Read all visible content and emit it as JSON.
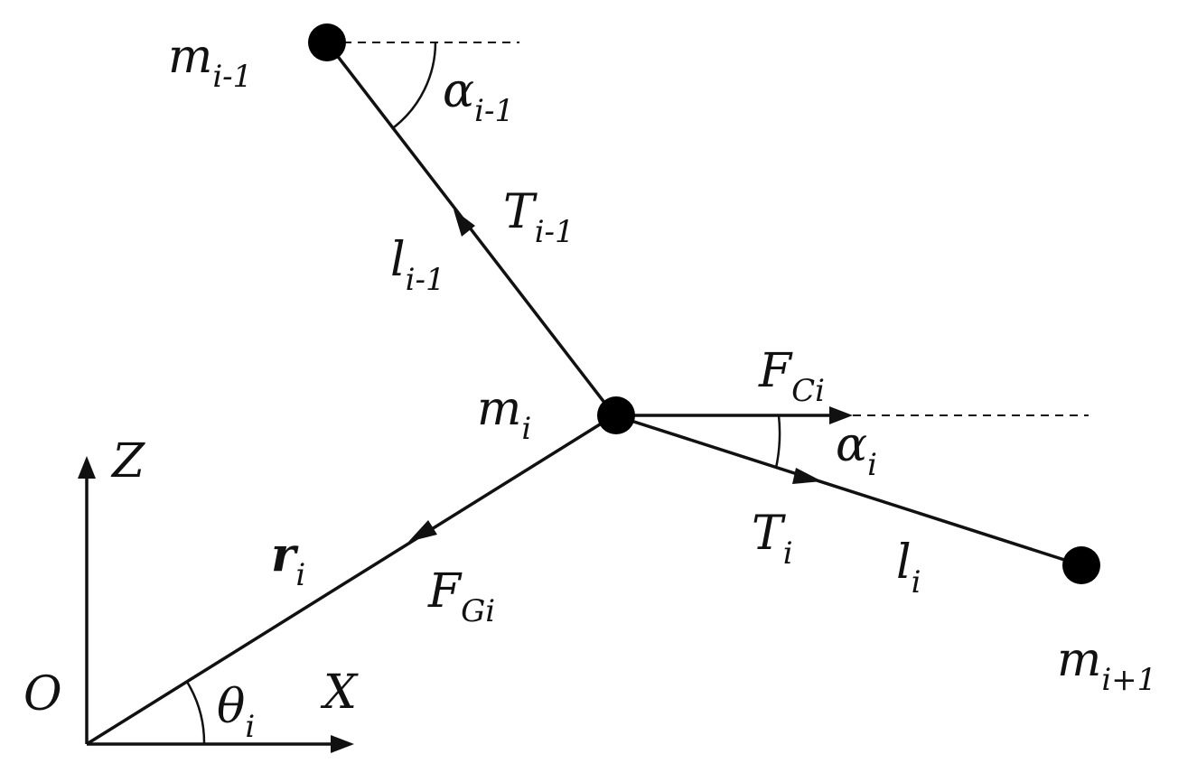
{
  "masses": {
    "prev": {
      "main": "m",
      "sub": "i-1"
    },
    "current": {
      "main": "m",
      "sub": "i"
    },
    "next": {
      "main": "m",
      "sub": "i+1"
    }
  },
  "angles": {
    "alpha_prev": {
      "main": "α",
      "sub": "i-1"
    },
    "alpha_i": {
      "main": "α",
      "sub": "i"
    },
    "theta_i": {
      "main": "θ",
      "sub": "i"
    }
  },
  "forces": {
    "tension_prev": {
      "main": "T",
      "sub": "i-1"
    },
    "tension_i": {
      "main": "T",
      "sub": "i"
    },
    "centrifugal": {
      "main": "F",
      "sub": "Ci"
    },
    "gravity": {
      "main": "F",
      "sub": "Gi"
    }
  },
  "links": {
    "length_prev": {
      "main": "l",
      "sub": "i-1"
    },
    "length_i": {
      "main": "l",
      "sub": "i"
    },
    "radius": {
      "main": "r",
      "sub": "i"
    }
  },
  "axes": {
    "origin": "O",
    "x": "X",
    "z": "Z"
  }
}
